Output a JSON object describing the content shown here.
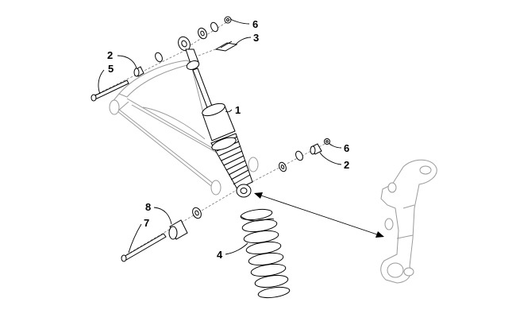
{
  "diagram": {
    "callouts": [
      {
        "id": "c1",
        "label": "1"
      },
      {
        "id": "c2a",
        "label": "2"
      },
      {
        "id": "c2b",
        "label": "2"
      },
      {
        "id": "c3",
        "label": "3"
      },
      {
        "id": "c4",
        "label": "4"
      },
      {
        "id": "c5",
        "label": "5"
      },
      {
        "id": "c6a",
        "label": "6"
      },
      {
        "id": "c6b",
        "label": "6"
      },
      {
        "id": "c7",
        "label": "7"
      },
      {
        "id": "c8",
        "label": "8"
      }
    ],
    "colors": {
      "line": "#000000",
      "ghost": "#9a9a9a",
      "background": "#ffffff"
    }
  }
}
